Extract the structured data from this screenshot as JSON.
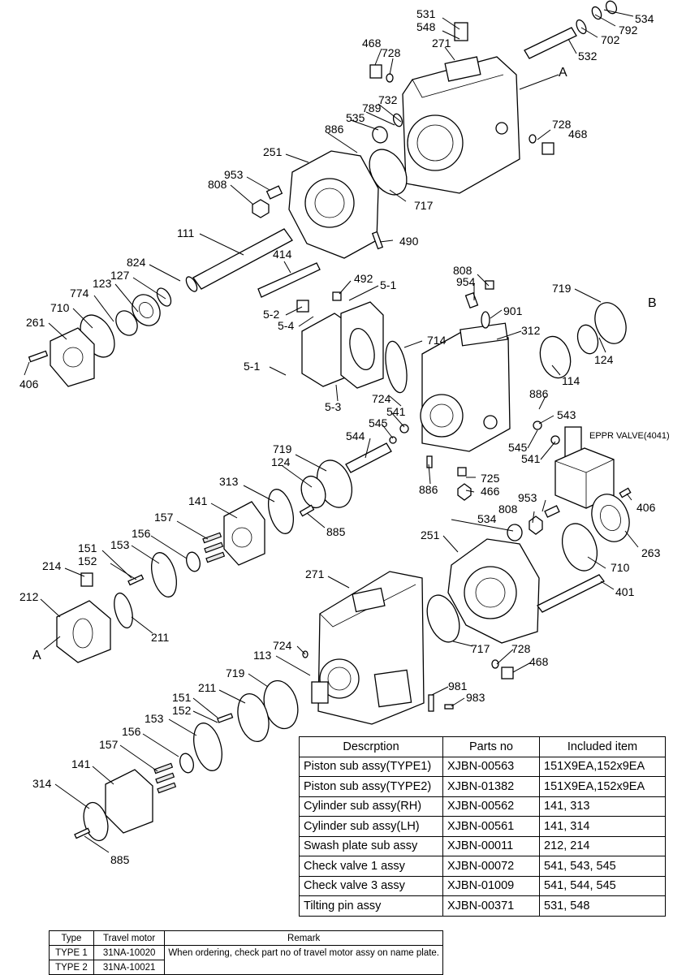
{
  "callouts": [
    "531",
    "548",
    "534",
    "792",
    "702",
    "532",
    "468",
    "728",
    "271",
    "A",
    "732",
    "789",
    "535",
    "886",
    "728",
    "468",
    "251",
    "953",
    "808",
    "717",
    "490",
    "111",
    "414",
    "824",
    "127",
    "123",
    "774",
    "710",
    "261",
    "406",
    "492",
    "5-1",
    "808",
    "954",
    "901",
    "719",
    "B",
    "312",
    "714",
    "124",
    "5-2",
    "5-4",
    "5-1",
    "114",
    "5-3",
    "724",
    "886",
    "541",
    "545",
    "543",
    "545",
    "541",
    "544",
    "725",
    "466",
    "886",
    "719",
    "EPPR VALVE(4041)",
    "124",
    "313",
    "953",
    "808",
    "406",
    "141",
    "885",
    "534",
    "157",
    "251",
    "263",
    "156",
    "151",
    "152",
    "153",
    "214",
    "710",
    "401",
    "271",
    "212",
    "211",
    "A",
    "724",
    "717",
    "728",
    "468",
    "113",
    "719",
    "211",
    "981",
    "151",
    "152",
    "983",
    "153",
    "156",
    "157",
    "141",
    "314",
    "885"
  ],
  "parts_table": {
    "headers": [
      "Descrption",
      "Parts no",
      "Included item"
    ],
    "rows": [
      [
        "Piston sub assy(TYPE1)",
        "XJBN-00563",
        "151X9EA,152x9EA"
      ],
      [
        "Piston sub assy(TYPE2)",
        "XJBN-01382",
        "151X9EA,152x9EA"
      ],
      [
        "Cylinder sub assy(RH)",
        "XJBN-00562",
        "141, 313"
      ],
      [
        "Cylinder sub assy(LH)",
        "XJBN-00561",
        "141, 314"
      ],
      [
        "Swash plate sub assy",
        "XJBN-00011",
        "212, 214"
      ],
      [
        "Check valve 1 assy",
        "XJBN-00072",
        "541, 543, 545"
      ],
      [
        "Check valve 3 assy",
        "XJBN-01009",
        "541, 544, 545"
      ],
      [
        "Tilting pin assy",
        "XJBN-00371",
        "531, 548"
      ]
    ]
  },
  "type_table": {
    "headers": [
      "Type",
      "Travel motor",
      "Remark"
    ],
    "rows": [
      [
        "TYPE 1",
        "31NA-10020"
      ],
      [
        "TYPE 2",
        "31NA-10021"
      ]
    ],
    "remark": "When ordering, check part no of travel motor assy on name plate."
  }
}
